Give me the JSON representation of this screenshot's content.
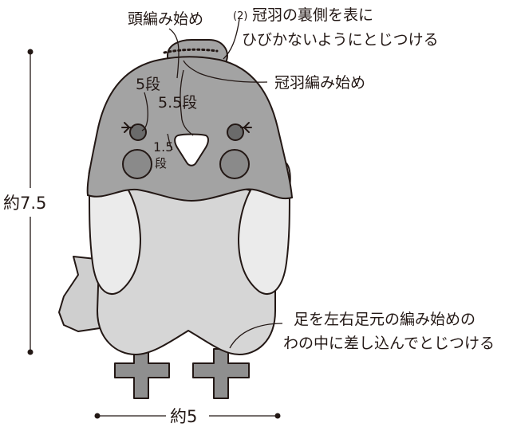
{
  "annotations": {
    "head_start": "頭編み始め",
    "crest_note_num": "(2)",
    "crest_note_line1": "冠羽の裏側を表に",
    "crest_note_line2": "ひびかないようにとじつける",
    "crest_start": "冠羽編み始め",
    "rows_5": "5段",
    "rows_5_5": "5.5段",
    "rows_1_5_num": "1.5",
    "rows_1_5_unit": "段",
    "feet_note_line1": "足を左右足元の編み始めの",
    "feet_note_line2": "わの中に差し込んでとじつける"
  },
  "dimensions": {
    "height": "約7.5",
    "width": "約5"
  },
  "colors": {
    "head": "#a3a3a3",
    "body": "#d6d6d6",
    "wings": "#ebebeb",
    "tail": "#cfcfcf",
    "feet": "#8f8f8f",
    "cheeks": "#8a8a8a",
    "eyes": "#6b6b6b",
    "outline": "#231815"
  }
}
